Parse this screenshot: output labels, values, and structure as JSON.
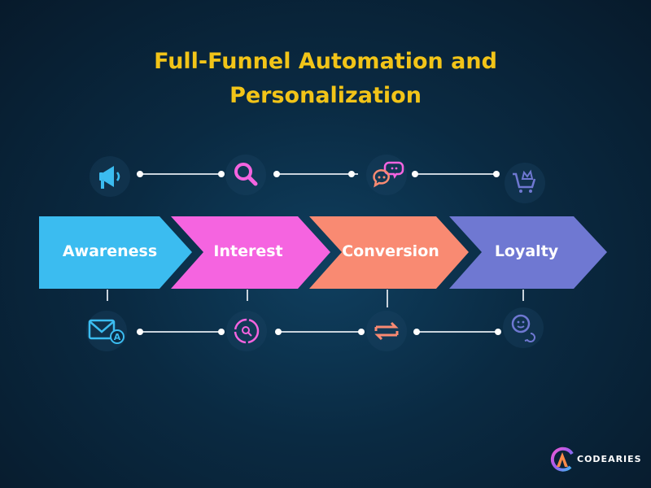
{
  "title": {
    "line1": "Full-Funnel Automation and",
    "line2": "Personalization"
  },
  "stages": [
    {
      "label": "Awareness",
      "color": "#3bbcf0",
      "top_icon": "megaphone-icon",
      "bottom_icon": "email-automation-icon"
    },
    {
      "label": "Interest",
      "color": "#f564e0",
      "top_icon": "search-icon",
      "bottom_icon": "target-search-icon"
    },
    {
      "label": "Conversion",
      "color": "#f98a72",
      "top_icon": "chat-bubbles-icon",
      "bottom_icon": "exchange-arrows-icon"
    },
    {
      "label": "Loyalty",
      "color": "#6f78d2",
      "top_icon": "shopping-cart-crown-icon",
      "bottom_icon": "smiley-chat-icon"
    }
  ],
  "brand": {
    "name": "CODEARIES"
  }
}
